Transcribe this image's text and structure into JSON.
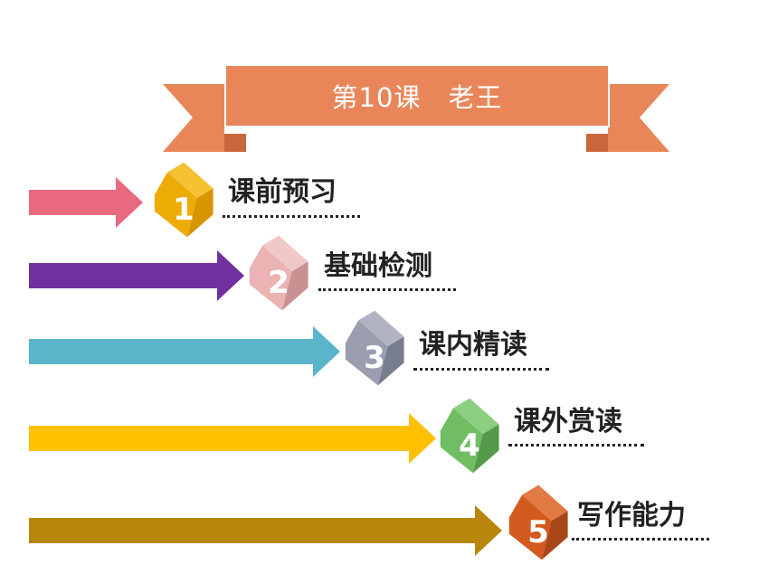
{
  "banner": {
    "title": "第10课　老王",
    "color": "#e8865a",
    "dark": "#c9663c"
  },
  "items": [
    {
      "number": "1",
      "label": "课前预习",
      "arrow_color": "#e96a7e",
      "cube": {
        "front": "#edab06",
        "side": "#d79500",
        "top": "#f4c232"
      }
    },
    {
      "number": "2",
      "label": "基础检测",
      "arrow_color": "#7030a0",
      "cube": {
        "front": "#ebb3b3",
        "side": "#c89292",
        "top": "#f1c8c8"
      }
    },
    {
      "number": "3",
      "label": "课内精读",
      "arrow_color": "#5ab4ca",
      "cube": {
        "front": "#9a9eae",
        "side": "#777d8d",
        "top": "#b0b4c2"
      }
    },
    {
      "number": "4",
      "label": "课外赏读",
      "arrow_color": "#ffc000",
      "cube": {
        "front": "#70bd62",
        "side": "#549a4a",
        "top": "#8ccf80"
      }
    },
    {
      "number": "5",
      "label": "写作能力",
      "arrow_color": "#b8860b",
      "cube": {
        "front": "#d35a1e",
        "side": "#a84617",
        "top": "#e27a45"
      }
    }
  ]
}
